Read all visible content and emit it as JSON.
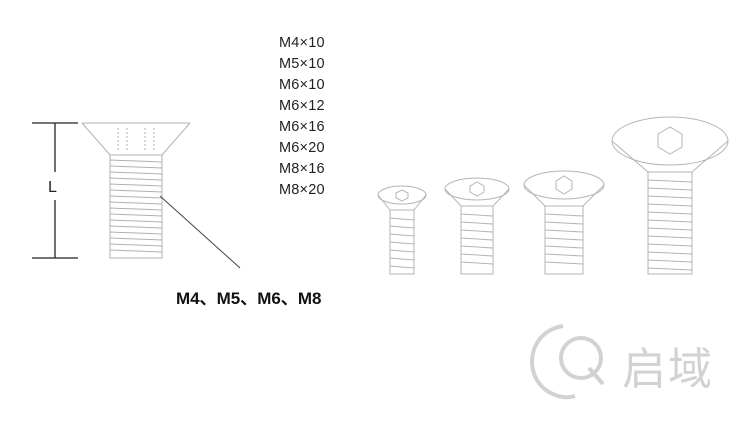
{
  "sizes": [
    "M4×10",
    "M5×10",
    "M6×10",
    "M6×12",
    "M6×16",
    "M6×20",
    "M8×16",
    "M8×20"
  ],
  "thread_label": "M4、M5、M6、M8",
  "length_label": "L",
  "brand": {
    "name": "启域",
    "logo_icon": "q-logo-icon"
  },
  "colors": {
    "line": "#a9a9a9",
    "dim": "#222222",
    "watermark": "#d2d2d2"
  }
}
